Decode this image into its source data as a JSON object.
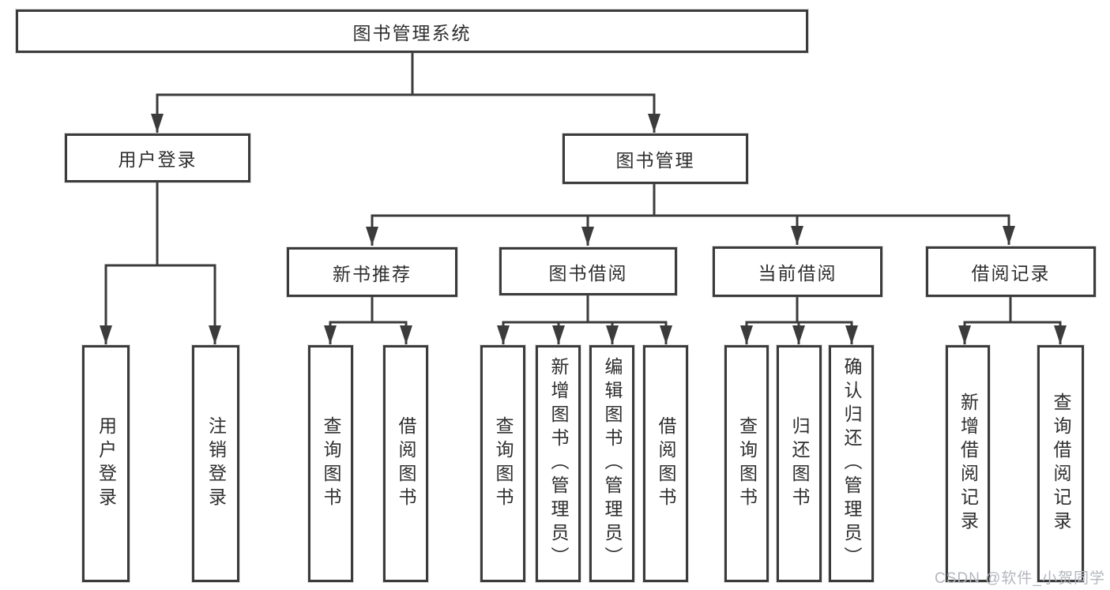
{
  "diagram": {
    "title": "图书管理系统",
    "colors": {
      "line": "#3b3b3b",
      "text": "#2e2e2e",
      "background": "#ffffff",
      "watermark": "#b3b7be"
    },
    "nodes": {
      "root": "图书管理系统",
      "user_login": "用户登录",
      "book_mgmt": "图书管理",
      "new_book_rec": "新书推荐",
      "book_borrow": "图书借阅",
      "current_borrow": "当前借阅",
      "borrow_records": "借阅记录",
      "leaves": {
        "user_login_leaf": "用户登录",
        "logout": "注销登录",
        "rec_query_books": "查询图书",
        "rec_borrow_books": "借阅图书",
        "bor_query_books": "查询图书",
        "bor_add_books": "新增图书（管理员）",
        "bor_edit_books": "编辑图书（管理员）",
        "bor_borrow_books": "借阅图书",
        "cur_query_books": "查询图书",
        "cur_return_books": "归还图书",
        "cur_confirm_return": "确认归还（管理员）",
        "log_add_record": "新增借阅记录",
        "log_query_record": "查询借阅记录"
      }
    },
    "watermark": "CSDN @软件_小贺同学"
  }
}
